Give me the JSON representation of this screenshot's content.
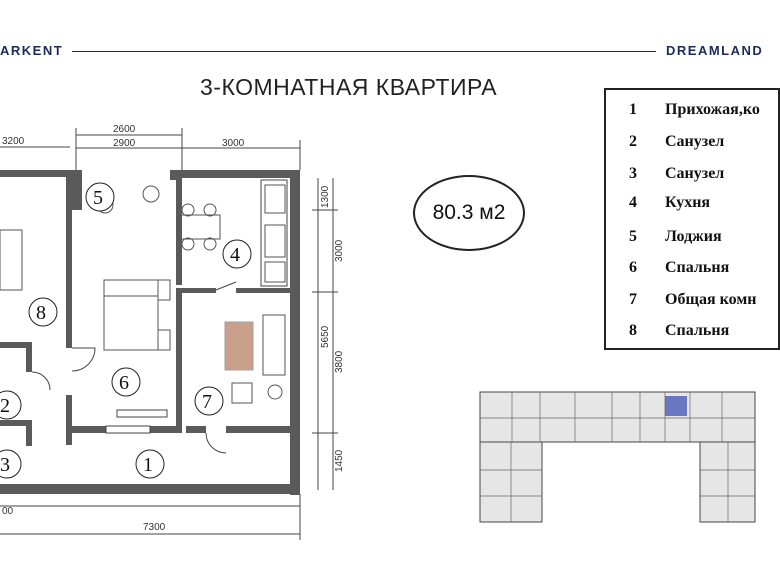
{
  "header": {
    "brand_left": "ARKENT",
    "brand_right": "DREAMLAND",
    "title": "3-КОМНАТНАЯ КВАРТИРА"
  },
  "area": "80.3 м2",
  "legend": [
    {
      "num": "1",
      "label": "Прихожая,ко"
    },
    {
      "num": "2",
      "label": "Санузел"
    },
    {
      "num": "3",
      "label": "Санузел"
    },
    {
      "num": "4",
      "label": "Кухня"
    },
    {
      "num": "5",
      "label": "Лоджия"
    },
    {
      "num": "6",
      "label": "Спальня"
    },
    {
      "num": "7",
      "label": "Общая комн"
    },
    {
      "num": "8",
      "label": "Спальня"
    }
  ],
  "plan": {
    "room_numbers": [
      "1",
      "2",
      "3",
      "4",
      "5",
      "6",
      "7",
      "8"
    ],
    "dimensions_top": [
      "3200",
      "2600",
      "2900",
      "3000"
    ],
    "dimensions_right": [
      "1300",
      "3000",
      "5650",
      "3800",
      "1450"
    ],
    "dimensions_bottom": [
      "00",
      "7300"
    ]
  },
  "colors": {
    "wall": "#555555",
    "brand": "#1d2a5a",
    "highlight": "#3f51b5"
  }
}
